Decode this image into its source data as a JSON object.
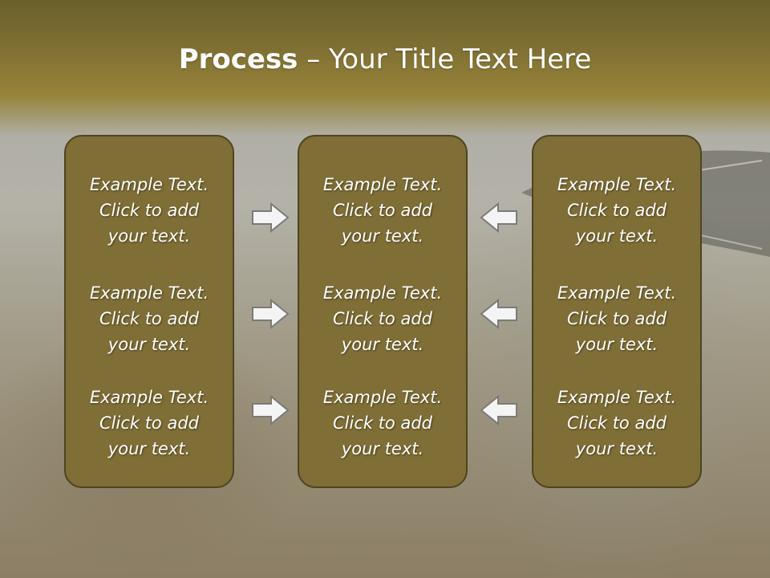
{
  "title": {
    "bold": "Process",
    "rest": " – Your Title Text Here"
  },
  "columns": [
    {
      "blocks": [
        "Example Text.\nClick  to add\nyour text.",
        "Example Text.\nClick  to add\nyour text.",
        "Example Text.\nClick  to add\nyour text."
      ]
    },
    {
      "blocks": [
        "Example Text.\nClick  to add\nyour text.",
        "Example Text.\nClick  to add\nyour text.",
        "Example Text.\nClick  to add\nyour text."
      ]
    },
    {
      "blocks": [
        "Example Text.\nClick  to add\nyour text.",
        "Example Text.\nClick  to add\nyour text.",
        "Example Text.\nClick  to add\nyour text."
      ]
    }
  ],
  "colors": {
    "header": "#7f6f33",
    "box_fill": "#7f6e35",
    "box_border": "#4e4420",
    "text": "#ffffff"
  },
  "arrows": {
    "left_group": "right-arrow-icon",
    "right_group": "left-arrow-icon"
  }
}
